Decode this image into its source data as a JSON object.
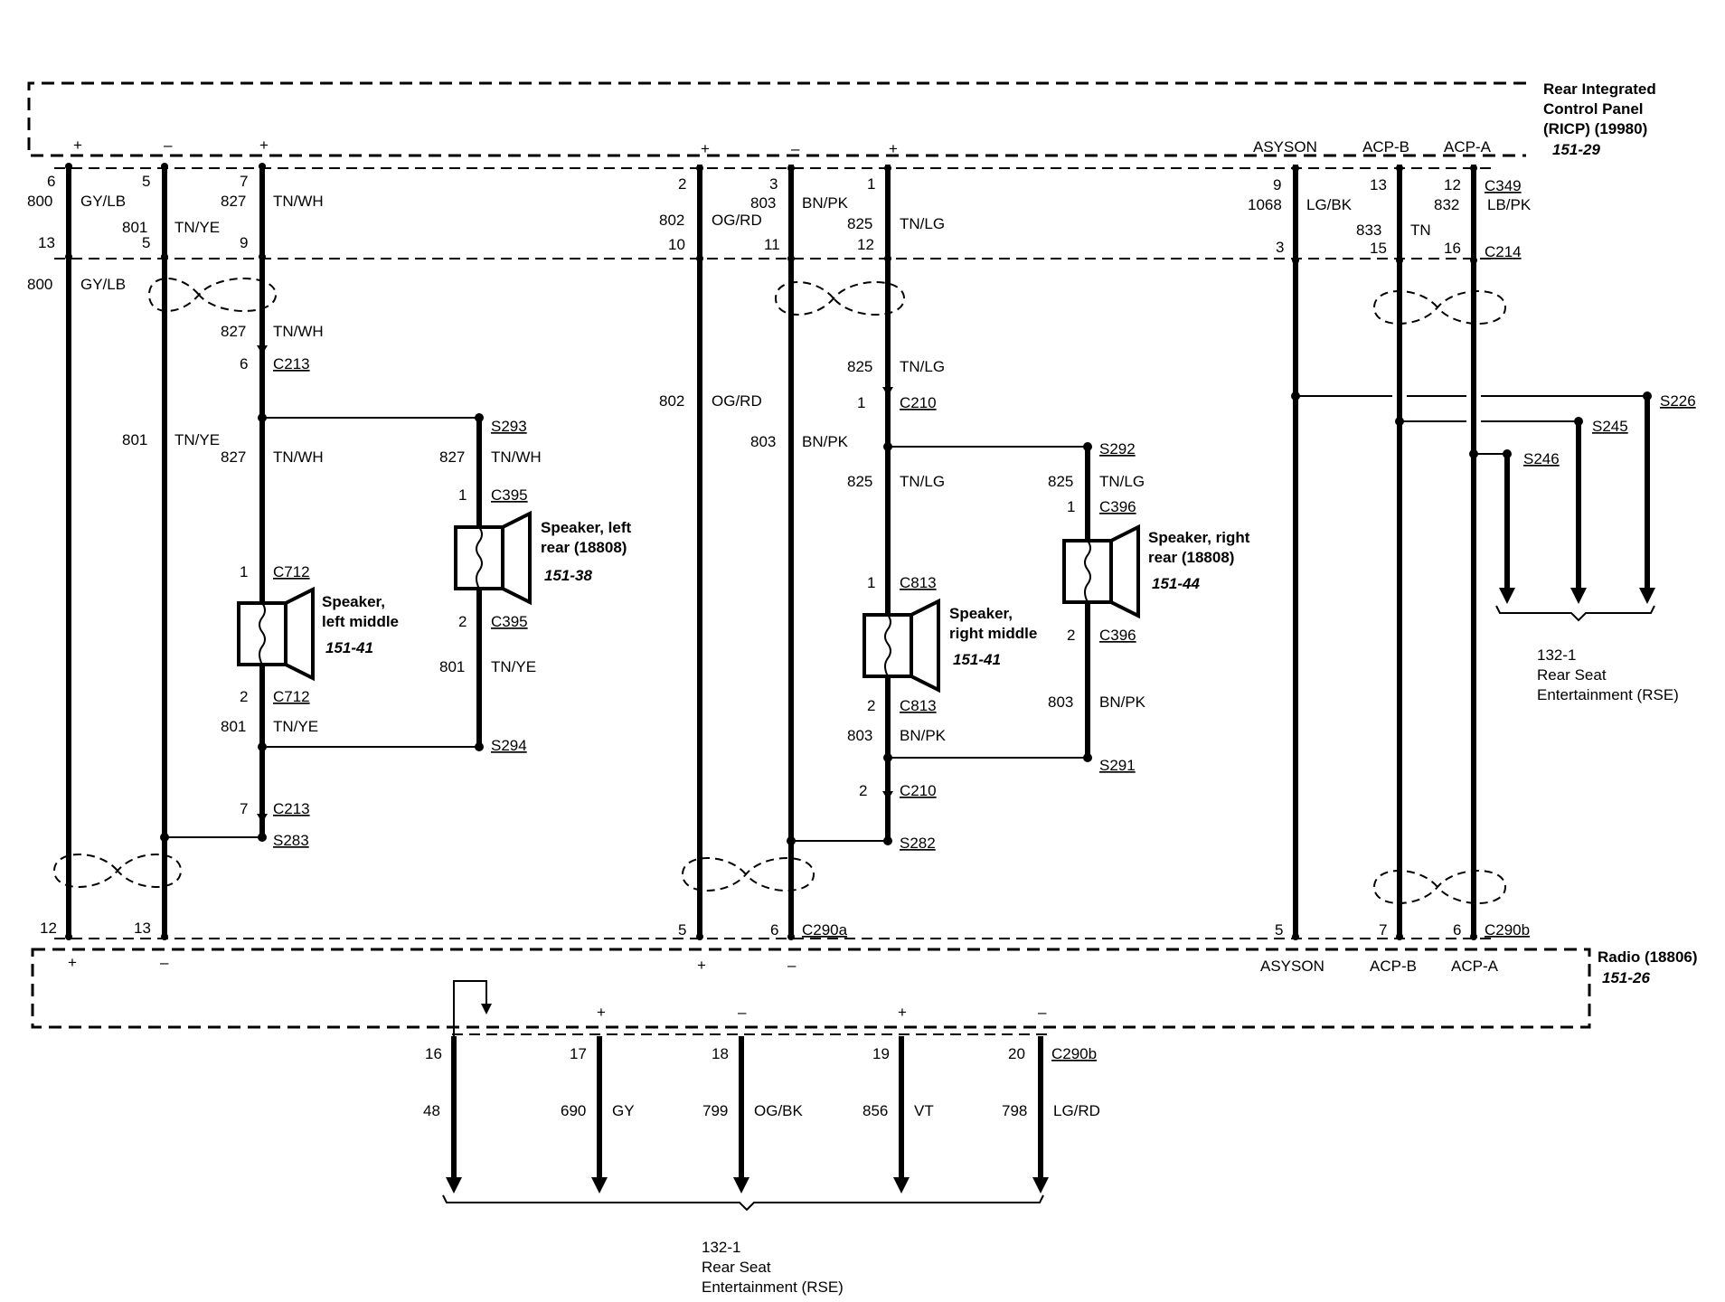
{
  "ricp": {
    "title_lines": [
      "Rear Integrated",
      "Control Panel",
      "(RICP) (19980)"
    ],
    "ref": "151-29",
    "connector_top": "C349",
    "connector_bottom": "C214",
    "terminal_labels": [
      "ASYSON",
      "ACP-B",
      "ACP-A"
    ]
  },
  "radio": {
    "title": "Radio (18806)",
    "ref": "151-26",
    "connector_a": "C290a",
    "connector_b": "C290b",
    "terminal_labels": [
      "ASYSON",
      "ACP-B",
      "ACP-A"
    ]
  },
  "polarity": {
    "plus": "+",
    "minus": "–"
  },
  "wires": [
    {
      "circuit": "800",
      "color": "GY/LB",
      "pin_top": "6",
      "pin_mid": "13",
      "pin_bottom": "12"
    },
    {
      "circuit": "801",
      "color": "TN/YE",
      "pin_top": "5",
      "pin_mid": "5",
      "pin_bottom": "13"
    },
    {
      "circuit": "827",
      "color": "TN/WH",
      "pin_top": "7",
      "pin_mid": "9"
    },
    {
      "circuit": "802",
      "color": "OG/RD",
      "pin_top": "2",
      "pin_mid": "10",
      "pin_bottom": "5"
    },
    {
      "circuit": "803",
      "color": "BN/PK",
      "pin_top": "3",
      "pin_mid": "11",
      "pin_bottom": "6"
    },
    {
      "circuit": "825",
      "color": "TN/LG",
      "pin_top": "1",
      "pin_mid": "12"
    },
    {
      "circuit": "1068",
      "color": "LG/BK",
      "pin_top": "9",
      "pin_mid": "3",
      "pin_bottom": "5"
    },
    {
      "circuit": "833",
      "color": "TN",
      "pin_top": "13",
      "pin_mid": "15",
      "pin_bottom": "7"
    },
    {
      "circuit": "832",
      "color": "LB/PK",
      "pin_top": "12",
      "pin_mid": "16",
      "pin_bottom": "6"
    }
  ],
  "left_path": {
    "c213": "C213",
    "c213_pin_top": "6",
    "c213_pin_bottom": "7",
    "s293": "S293",
    "s294": "S294",
    "s283": "S283",
    "c712": "C712",
    "c712_pin1": "1",
    "c712_pin2": "2",
    "c395": "C395",
    "c395_pin1": "1",
    "c395_pin2": "2"
  },
  "right_path": {
    "c210": "C210",
    "c210_pin_top": "1",
    "c210_pin_bottom": "2",
    "s292": "S292",
    "s291": "S291",
    "s282": "S282",
    "c813": "C813",
    "c813_pin1": "1",
    "c813_pin2": "2",
    "c396": "C396",
    "c396_pin1": "1",
    "c396_pin2": "2"
  },
  "speakers": [
    {
      "lines": [
        "Speaker,",
        "left middle"
      ],
      "ref": "151-41"
    },
    {
      "lines": [
        "Speaker, left",
        "rear (18808)"
      ],
      "ref": "151-38"
    },
    {
      "lines": [
        "Speaker,",
        "right middle"
      ],
      "ref": "151-41"
    },
    {
      "lines": [
        "Speaker, right",
        "rear (18808)"
      ],
      "ref": "151-44"
    }
  ],
  "splices_right": [
    "S226",
    "S245",
    "S246"
  ],
  "rse": {
    "ref": "132-1",
    "lines": [
      "Rear Seat",
      "Entertainment (RSE)"
    ]
  },
  "bottom_wires": [
    {
      "pin": "16",
      "circuit": "48",
      "color": ""
    },
    {
      "pin": "17",
      "circuit": "690",
      "color": "GY"
    },
    {
      "pin": "18",
      "circuit": "799",
      "color": "OG/BK"
    },
    {
      "pin": "19",
      "circuit": "856",
      "color": "VT"
    },
    {
      "pin": "20",
      "circuit": "798",
      "color": "LG/RD"
    }
  ]
}
